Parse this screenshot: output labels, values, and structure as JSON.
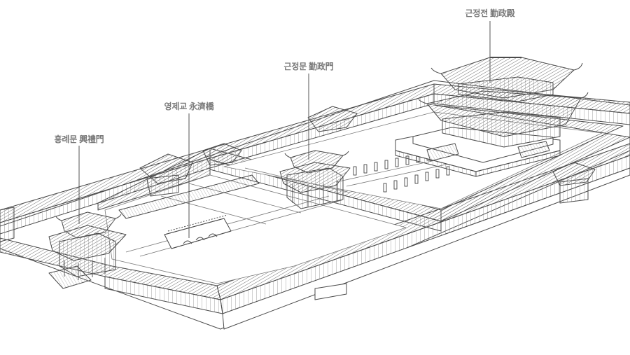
{
  "labels": [
    {
      "id": "geunjeongjeon",
      "korean": "근정전",
      "hanja": "勤政殿"
    },
    {
      "id": "geunjeongmun",
      "korean": "근정문",
      "hanja": "勤政門"
    },
    {
      "id": "yeongjegyo",
      "korean": "영제교",
      "hanja": "永濟橋"
    },
    {
      "id": "heungnyemun",
      "korean": "흥례문",
      "hanja": "興禮門"
    }
  ],
  "colors": {
    "line": "#4a4a4a",
    "roof": "#8a8a8a",
    "label": "#7a7a7a",
    "ground": "#ffffff"
  }
}
